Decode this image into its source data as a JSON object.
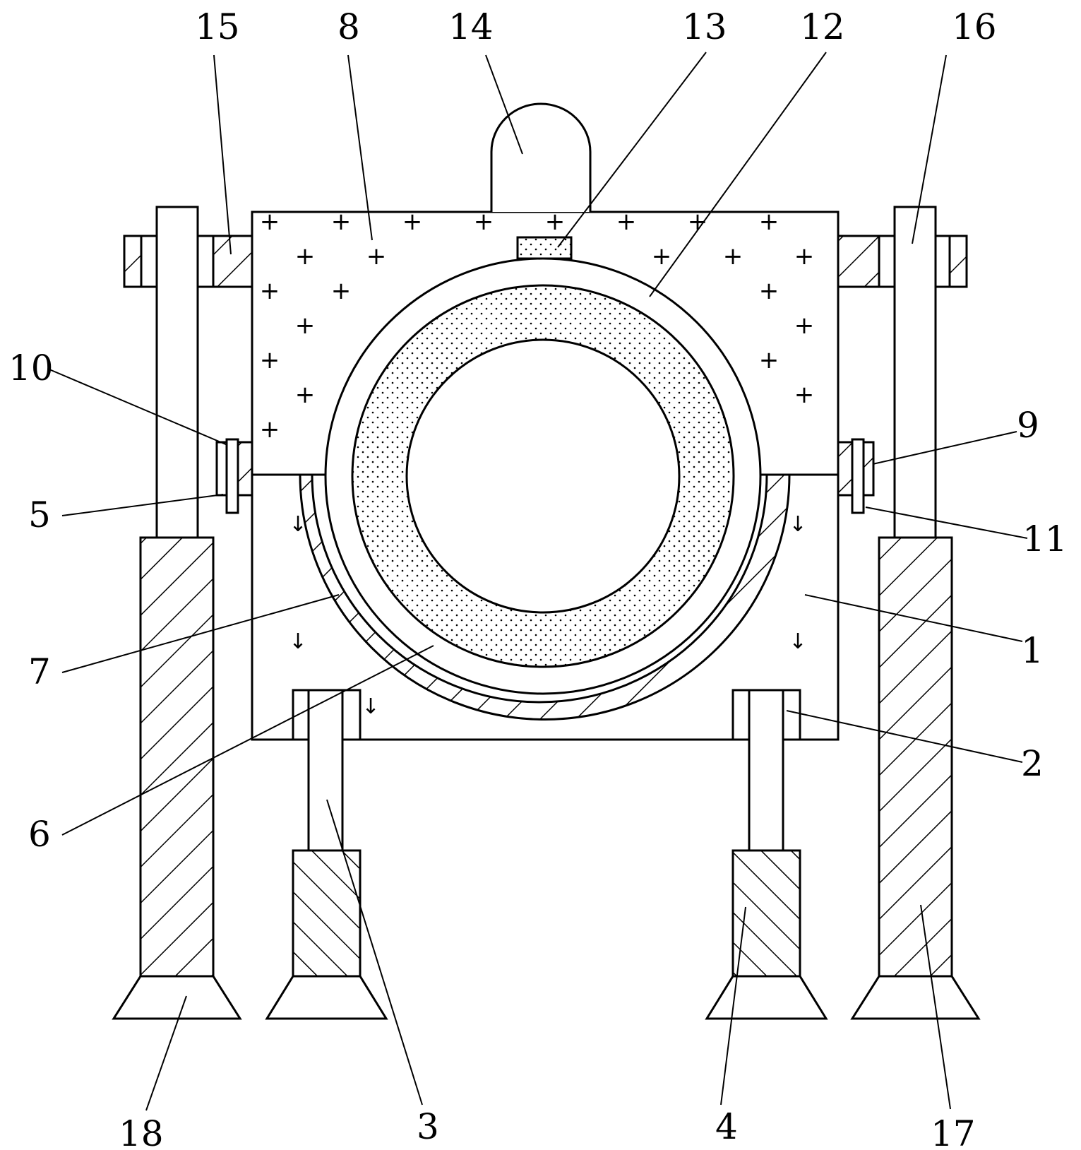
{
  "figure": {
    "kind": "patent mechanical drawing",
    "fill_symbols": {
      "plus": "+",
      "arrow": "↓"
    }
  },
  "labels": {
    "l1": "1",
    "l2": "2",
    "l3": "3",
    "l4": "4",
    "l5": "5",
    "l6": "6",
    "l7": "7",
    "l8": "8",
    "l9": "9",
    "l10": "10",
    "l11": "11",
    "l12": "12",
    "l13": "13",
    "l14": "14",
    "l15": "15",
    "l16": "16",
    "l17": "17",
    "l18": "18"
  }
}
